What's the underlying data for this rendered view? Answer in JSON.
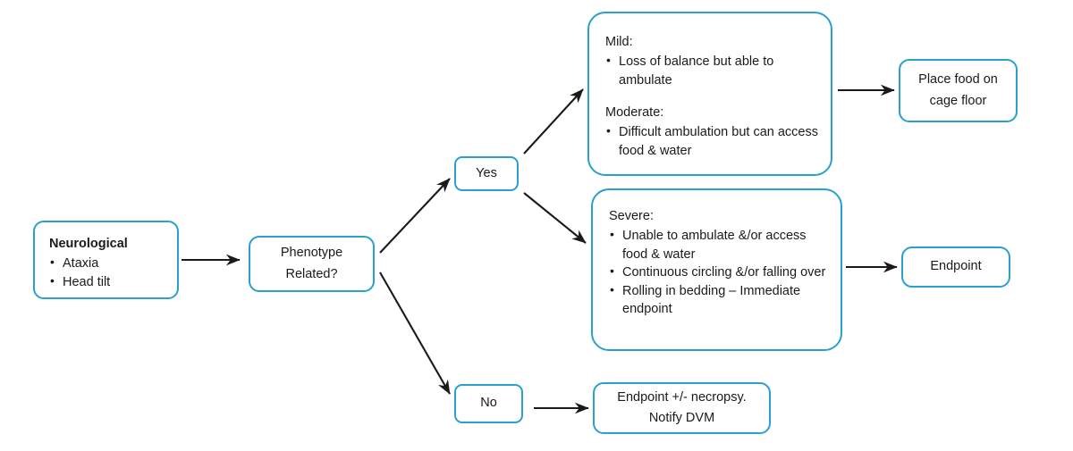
{
  "diagram": {
    "title": "Neurological clinical endpoint decision flowchart",
    "accent_color": "#29A0CE",
    "arrow_color": "#1a1a1a",
    "background": "#ffffff"
  },
  "nodes": {
    "neurological": {
      "heading": "Neurological",
      "bullets": [
        "Ataxia",
        "Head tilt"
      ]
    },
    "decision": {
      "line1": "Phenotype",
      "line2": "Related?"
    },
    "yes": {
      "label": "Yes"
    },
    "no": {
      "label": "No"
    },
    "mild_moderate": {
      "heading_mild": "Mild:",
      "bullets_mild": [
        "Loss of balance but able to ambulate"
      ],
      "heading_moderate": "Moderate:",
      "bullets_moderate": [
        "Difficult ambulation but can access food & water"
      ]
    },
    "severe": {
      "heading": "Severe:",
      "bullets": [
        "Unable to ambulate &/or access food & water",
        "Continuous circling &/or falling over",
        "Rolling in bedding – Immediate endpoint"
      ]
    },
    "place_food": {
      "line1": "Place food on",
      "line2": "cage floor"
    },
    "endpoint": {
      "label": "Endpoint"
    },
    "endpoint_necropsy": {
      "line1": "Endpoint +/- necropsy.",
      "line2": "Notify DVM"
    }
  },
  "edges": [
    {
      "name": "neurological-to-decision",
      "from": "neurological",
      "to": "decision",
      "label": ""
    },
    {
      "name": "decision-to-yes",
      "from": "decision",
      "to": "yes",
      "label": ""
    },
    {
      "name": "decision-to-no",
      "from": "decision",
      "to": "no",
      "label": ""
    },
    {
      "name": "yes-to-mild-moderate",
      "from": "yes",
      "to": "mild_moderate",
      "label": ""
    },
    {
      "name": "yes-to-severe",
      "from": "yes",
      "to": "severe",
      "label": ""
    },
    {
      "name": "mild-moderate-to-place-food",
      "from": "mild_moderate",
      "to": "place_food",
      "label": ""
    },
    {
      "name": "severe-to-endpoint",
      "from": "severe",
      "to": "endpoint",
      "label": ""
    },
    {
      "name": "no-to-endpoint-necropsy",
      "from": "no",
      "to": "endpoint_necropsy",
      "label": ""
    }
  ]
}
